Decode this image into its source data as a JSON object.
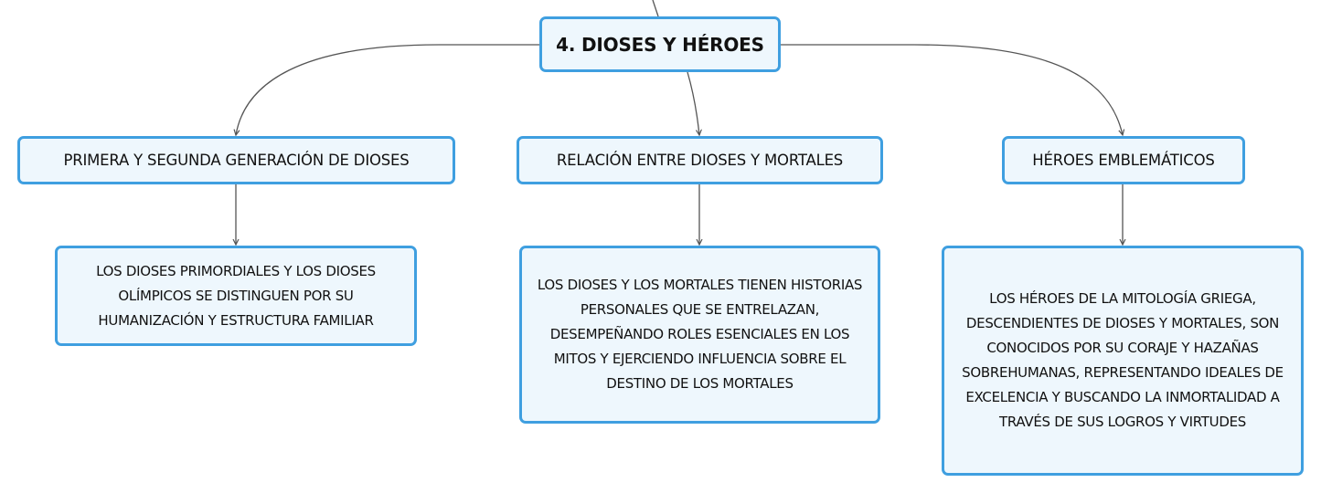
{
  "colors": {
    "node_border": "#3f9fe0",
    "node_fill": "#eef7fd",
    "connector": "#555555"
  },
  "root": {
    "label": "4. DIOSES Y HÉROES"
  },
  "topics": [
    {
      "label": "PRIMERA Y SEGUNDA GENERACIÓN DE DIOSES",
      "detail": "LOS DIOSES PRIMORDIALES Y LOS DIOSES OLÍMPICOS SE DISTINGUEN POR SU HUMANIZACIÓN Y ESTRUCTURA FAMILIAR"
    },
    {
      "label": "RELACIÓN ENTRE DIOSES Y MORTALES",
      "detail": "LOS DIOSES Y LOS MORTALES TIENEN HISTORIAS PERSONALES QUE SE ENTRELAZAN, DESEMPEÑANDO ROLES ESENCIALES EN LOS MITOS Y EJERCIENDO INFLUENCIA SOBRE EL DESTINO DE LOS MORTALES"
    },
    {
      "label": "HÉROES EMBLEMÁTICOS",
      "detail": "LOS HÉROES DE LA MITOLOGÍA GRIEGA, DESCENDIENTES DE DIOSES Y MORTALES, SON CONOCIDOS POR SU CORAJE Y HAZAÑAS SOBREHUMANAS, REPRESENTANDO IDEALES DE EXCELENCIA Y BUSCANDO LA INMORTALIDAD A TRAVÉS DE SUS LOGROS Y VIRTUDES"
    }
  ]
}
